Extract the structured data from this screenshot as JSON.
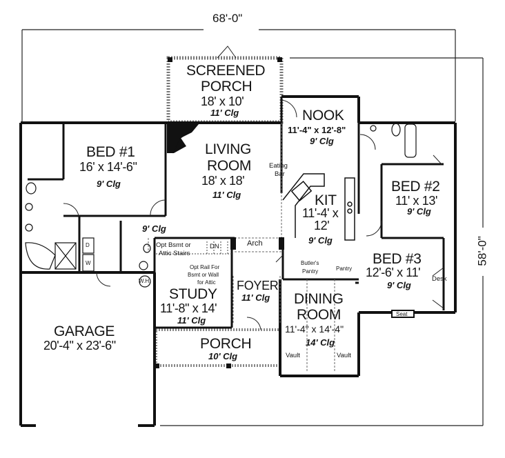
{
  "dimensions": {
    "overall_width": "68'-0\"",
    "overall_depth": "58'-0\""
  },
  "rooms": {
    "screened_porch": {
      "name_line1": "SCREENED",
      "name_line2": "PORCH",
      "size": "18' x 10'",
      "ceiling": "11' Clg"
    },
    "nook": {
      "name": "NOOK",
      "size": "11'-4\" x 12'-8\"",
      "ceiling": "9' Clg"
    },
    "bed1": {
      "name": "BED #1",
      "size": "16' x 14'-6\"",
      "ceiling": "9' Clg"
    },
    "living_room": {
      "name_line1": "LIVING",
      "name_line2": "ROOM",
      "size": "18' x 18'",
      "ceiling": "11' Clg"
    },
    "kitchen": {
      "name": "KIT",
      "size_line1": "11'-4' x",
      "size_line2": "12'",
      "ceiling": "9' Clg"
    },
    "bed2": {
      "name": "BED #2",
      "size": "11' x 13'",
      "ceiling": "9' Clg"
    },
    "bed3": {
      "name": "BED #3",
      "size": "12'-6' x 11'",
      "ceiling": "9' Clg"
    },
    "study": {
      "name": "STUDY",
      "size": "11'-8\" x 14'",
      "ceiling": "11' Clg"
    },
    "foyer": {
      "name": "FOYER",
      "ceiling": "11' Clg"
    },
    "dining_room": {
      "name_line1": "DINING",
      "name_line2": "ROOM",
      "size": "11'-4\" x 14'-4\"",
      "ceiling": "14' Clg"
    },
    "garage": {
      "name": "GARAGE",
      "size": "20'-4\" x 23'-6\""
    },
    "porch": {
      "name": "PORCH",
      "ceiling": "10' Clg"
    },
    "hall": {
      "ceiling": "9' Clg"
    }
  },
  "annotations": {
    "eating_bar_line1": "Eating",
    "eating_bar_line2": "Bar",
    "arch": "Arch",
    "stairs_line1": "Opt Bsmt or",
    "stairs_line2": "Attic Stairs",
    "stairs_dn": "DN",
    "rail_line1": "Opt Rail For",
    "rail_line2": "Bsmt or Wall",
    "rail_line3": "for Attic",
    "butlers_line1": "Butler's",
    "butlers_line2": "Pantry",
    "pantry": "Pantry",
    "desk": "Desk",
    "seat": "Seat",
    "vault_left": "Vault",
    "vault_right": "Vault",
    "washer": "W",
    "dryer": "D",
    "water_heater": "W.H."
  }
}
